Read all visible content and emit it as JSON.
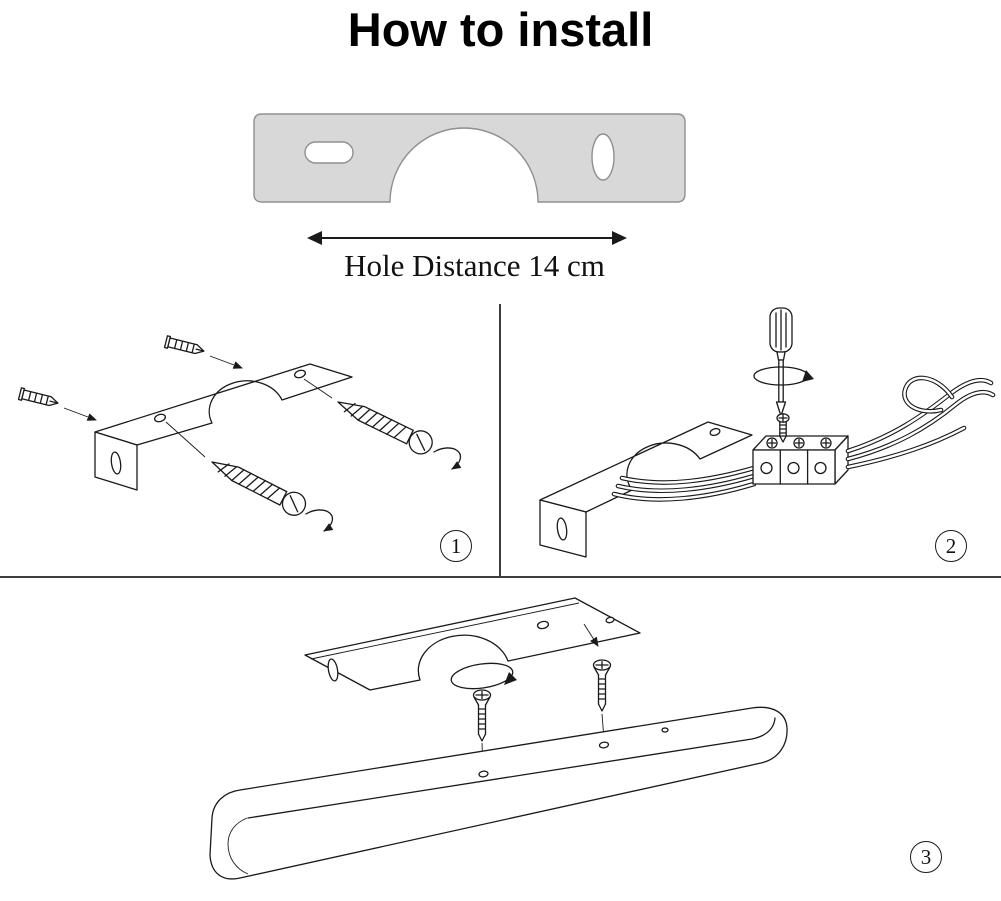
{
  "title": "How to install",
  "plate_figure": {
    "hole_distance_label": "Hole Distance 14 cm"
  },
  "colors": {
    "plate_fill": "#d8d8d8",
    "line": "#1a1a1a"
  },
  "steps": [
    {
      "number": "1"
    },
    {
      "number": "2"
    },
    {
      "number": "3"
    }
  ]
}
